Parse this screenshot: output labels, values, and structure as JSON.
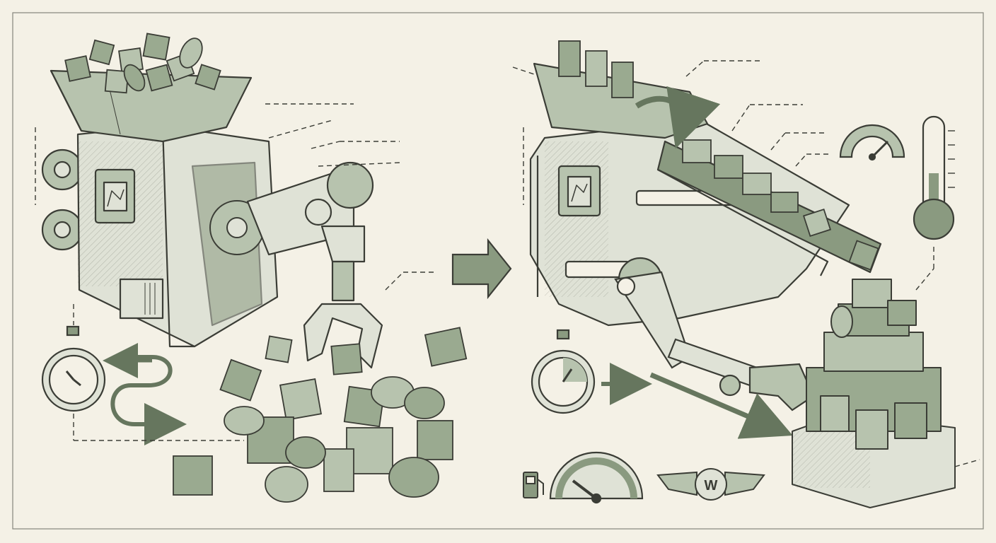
{
  "logo": {
    "letter": "W"
  },
  "colors": {
    "paper": "#f4f1e6",
    "ink": "#3b3d36",
    "sage": "#8a9a80",
    "sage_light": "#b7c3ae",
    "sage_dark": "#66765e",
    "metal": "#dfe2d6"
  },
  "icons": [
    "hopper-machine",
    "gear-icon",
    "robot-claw-icon",
    "block-pile",
    "stopwatch-icon",
    "winding-path-arrow-icon",
    "arrow-right-icon",
    "conveyor-machine",
    "crank-arm-icon",
    "gauge-icon",
    "thermometer-icon",
    "stacked-block-tower",
    "fuel-pump-icon",
    "speedometer-icon",
    "winged-badge-icon"
  ]
}
